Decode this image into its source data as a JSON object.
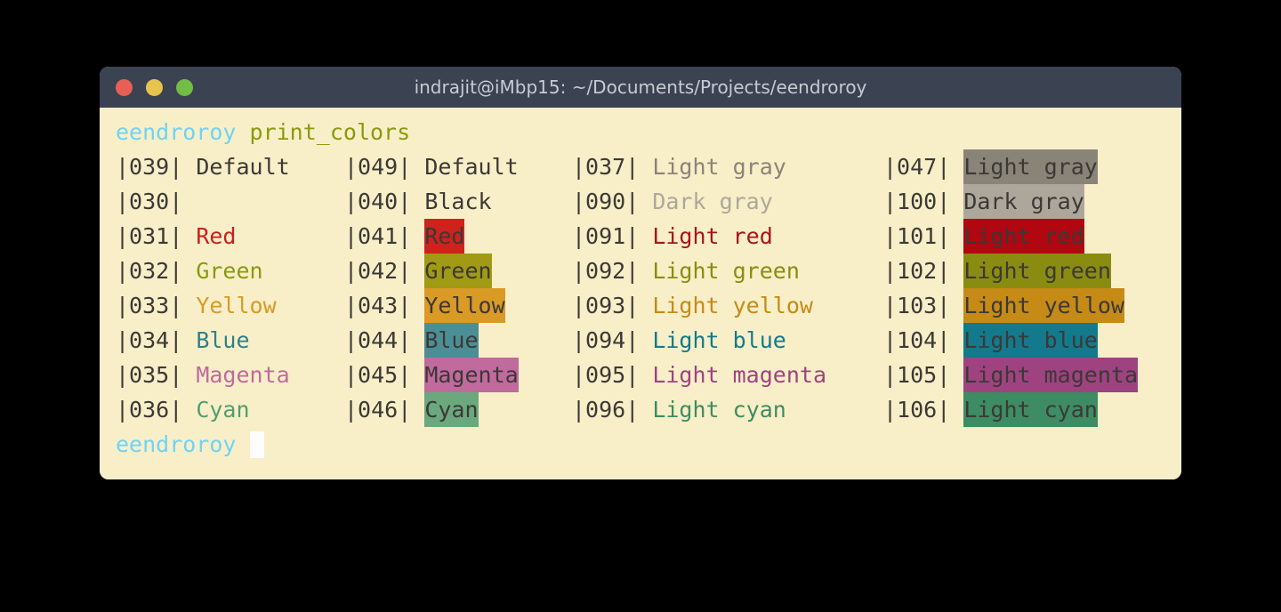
{
  "window": {
    "title": "indrajit@iMbp15: ~/Documents/Projects/eendroroy",
    "traffic_lights": [
      "close-red",
      "minimize-yellow",
      "maximize-green"
    ],
    "background": "#F8EFC8",
    "titlebar_background": "#3B4252"
  },
  "prompt_top": {
    "user": "eendroroy",
    "space": " ",
    "command": "print_colors"
  },
  "prompt_bottom": {
    "user": "eendroroy",
    "space": " ",
    "cursor": ""
  },
  "colors": {
    "text_default": "#3C3836",
    "prompt_user": "#6FD3F5",
    "prompt_command": "#8A9A0F",
    "cursor": "#FCFCFC"
  },
  "table": {
    "rows": [
      {
        "c1": {
          "code": "|039|",
          "label": "Default",
          "fg": "#3C3836",
          "bg": "transparent"
        },
        "c2": {
          "code": "|049|",
          "label": "Default",
          "fg": "#3C3836",
          "bg": "transparent"
        },
        "c3": {
          "code": "|037|",
          "label": "Light gray",
          "fg": "#8A8378",
          "bg": "transparent"
        },
        "c4": {
          "code": "|047|",
          "label": "Light gray",
          "fg": "#3C3836",
          "bg": "#8A8378"
        }
      },
      {
        "c1": {
          "code": "|030|",
          "label": "",
          "fg": "#3C3836",
          "bg": "transparent"
        },
        "c2": {
          "code": "|040|",
          "label": "Black",
          "fg": "#3C3836",
          "bg": "transparent"
        },
        "c3": {
          "code": "|090|",
          "label": "Dark gray",
          "fg": "#ADA79B",
          "bg": "transparent"
        },
        "c4": {
          "code": "|100|",
          "label": "Dark gray",
          "fg": "#3C3836",
          "bg": "#ADA79B"
        }
      },
      {
        "c1": {
          "code": "|031|",
          "label": "Red",
          "fg": "#C91F1F",
          "bg": "transparent"
        },
        "c2": {
          "code": "|041|",
          "label": "Red",
          "fg": "#3C3836",
          "bg": "#D0211C"
        },
        "c3": {
          "code": "|091|",
          "label": "Light red",
          "fg": "#A8141A",
          "bg": "transparent"
        },
        "c4": {
          "code": "|101|",
          "label": "Light red",
          "fg": "#3C3836",
          "bg": "#B00710"
        }
      },
      {
        "c1": {
          "code": "|032|",
          "label": "Green",
          "fg": "#8A9A0F",
          "bg": "transparent"
        },
        "c2": {
          "code": "|042|",
          "label": "Green",
          "fg": "#3C3836",
          "bg": "#A09A14"
        },
        "c3": {
          "code": "|092|",
          "label": "Light green",
          "fg": "#8A8C12",
          "bg": "transparent"
        },
        "c4": {
          "code": "|102|",
          "label": "Light green",
          "fg": "#3C3836",
          "bg": "#8A8C12"
        }
      },
      {
        "c1": {
          "code": "|033|",
          "label": "Yellow",
          "fg": "#D99A26",
          "bg": "transparent"
        },
        "c2": {
          "code": "|043|",
          "label": "Yellow",
          "fg": "#3C3836",
          "bg": "#D99A26"
        },
        "c3": {
          "code": "|093|",
          "label": "Light yellow",
          "fg": "#C68A16",
          "bg": "transparent"
        },
        "c4": {
          "code": "|103|",
          "label": "Light yellow",
          "fg": "#3C3836",
          "bg": "#C68A16"
        }
      },
      {
        "c1": {
          "code": "|034|",
          "label": "Blue",
          "fg": "#2F7F8C",
          "bg": "transparent"
        },
        "c2": {
          "code": "|044|",
          "label": "Blue",
          "fg": "#3C3836",
          "bg": "#4B8E96"
        },
        "c3": {
          "code": "|094|",
          "label": "Light blue",
          "fg": "#127A8C",
          "bg": "transparent"
        },
        "c4": {
          "code": "|104|",
          "label": "Light blue",
          "fg": "#3C3836",
          "bg": "#127A8C"
        }
      },
      {
        "c1": {
          "code": "|035|",
          "label": "Magenta",
          "fg": "#C06A9E",
          "bg": "transparent"
        },
        "c2": {
          "code": "|045|",
          "label": "Magenta",
          "fg": "#3C3836",
          "bg": "#C06A9E"
        },
        "c3": {
          "code": "|095|",
          "label": "Light magenta",
          "fg": "#9E4380",
          "bg": "transparent"
        },
        "c4": {
          "code": "|105|",
          "label": "Light magenta",
          "fg": "#3C3836",
          "bg": "#9E4380"
        }
      },
      {
        "c1": {
          "code": "|036|",
          "label": "Cyan",
          "fg": "#529E6B",
          "bg": "transparent"
        },
        "c2": {
          "code": "|046|",
          "label": "Cyan",
          "fg": "#3C3836",
          "bg": "#6BA87E"
        },
        "c3": {
          "code": "|096|",
          "label": "Light cyan",
          "fg": "#3D8C63",
          "bg": "transparent"
        },
        "c4": {
          "code": "|106|",
          "label": "Light cyan",
          "fg": "#3C3836",
          "bg": "#3D8C63"
        }
      }
    ]
  }
}
